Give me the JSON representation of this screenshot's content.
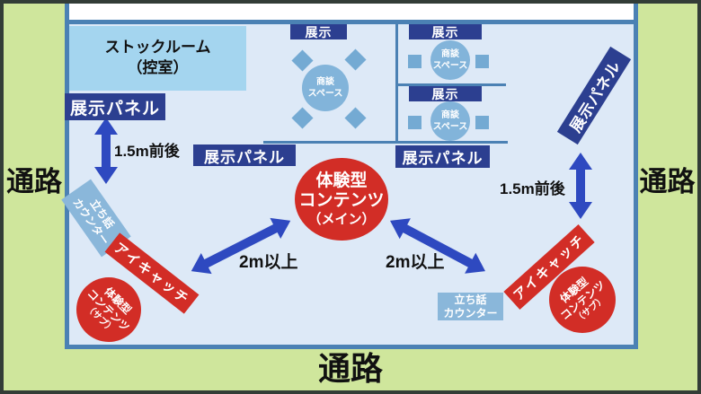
{
  "aisles": {
    "left": "通路",
    "right": "通路",
    "bottom": "通路"
  },
  "stockroom": {
    "line1": "ストックルーム",
    "line2": "（控室）"
  },
  "panels": {
    "top_left": "展示パネル",
    "mid_left": "展示パネル",
    "mid_center": "展示パネル",
    "right_rotated": "展示パネル"
  },
  "exhibit_labels": {
    "left": "展示",
    "right_top": "展示",
    "right_bottom": "展示"
  },
  "meeting_spaces": {
    "left": {
      "line1": "商談",
      "line2": "スペース"
    },
    "right_top": {
      "line1": "商談",
      "line2": "スペース"
    },
    "right_bottom": {
      "line1": "商談",
      "line2": "スペース"
    }
  },
  "main_content": {
    "line1": "体験型",
    "line2": "コンテンツ",
    "line3": "（メイン）"
  },
  "sub_content_left": {
    "line1": "体験型",
    "line2": "コンテンツ",
    "line3": "（サブ）"
  },
  "sub_content_right": {
    "line1": "体験型",
    "line2": "コンテンツ",
    "line3": "（サブ）"
  },
  "eye_catch": {
    "left": "アイキャッチ",
    "right": "アイキャッチ"
  },
  "counters": {
    "left": {
      "line1": "立ち話",
      "line2": "カウンター"
    },
    "right": {
      "line1": "立ち話",
      "line2": "カウンター"
    }
  },
  "measurements": {
    "left_vertical": "1.5m前後",
    "right_vertical": "1.5m前後",
    "left_diagonal": "2m以上",
    "right_diagonal": "2m以上"
  },
  "colors": {
    "green": "#cfe69c",
    "frame": "#333d37",
    "border": "#4b81b4",
    "booth": "#dde9f7",
    "stock": "#a4d5ef",
    "navy": "#2c3f90",
    "red": "#d22d26",
    "arrow": "#2e49c0",
    "chair": "#74aad3",
    "circle": "#82b4da",
    "counter": "#8ab7da"
  }
}
